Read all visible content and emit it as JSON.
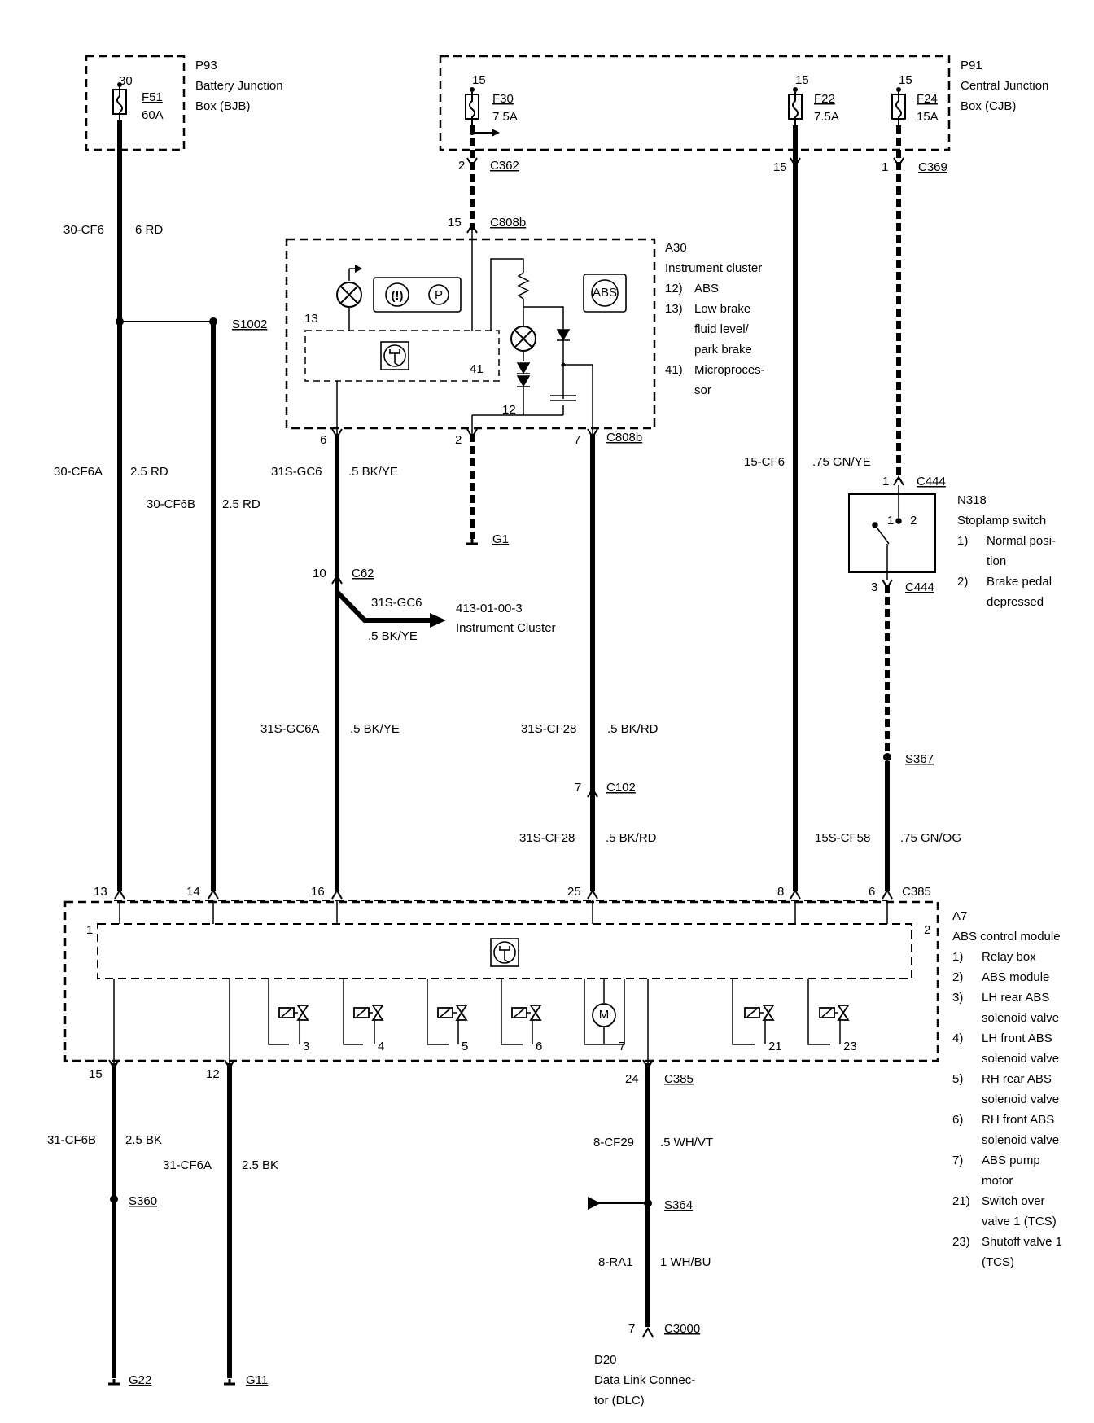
{
  "junction_boxes": {
    "bjb": {
      "id": "P93",
      "name_line1": "Battery Junction",
      "name_line2": "Box (BJB)"
    },
    "cjb": {
      "id": "P91",
      "name_line1": "Central Junction",
      "name_line2": "Box (CJB)"
    }
  },
  "fuses": [
    {
      "id": "F51",
      "rating": "60A",
      "pin": "30"
    },
    {
      "id": "F30",
      "rating": "7.5A",
      "pin": "15"
    },
    {
      "id": "F22",
      "rating": "7.5A",
      "pin": "15"
    },
    {
      "id": "F24",
      "rating": "15A",
      "pin": "15"
    }
  ],
  "instrument_cluster": {
    "id": "A30",
    "title": "Instrument cluster",
    "legend": [
      {
        "num": "12)",
        "text1": "ABS",
        "text2": ""
      },
      {
        "num": "13)",
        "text1": "Low brake",
        "text2": "fluid level/"
      },
      {
        "num": "",
        "text1": "park brake",
        "text2": ""
      },
      {
        "num": "41)",
        "text1": "Microproces-",
        "text2": "sor"
      }
    ],
    "inner_labels": {
      "pin13": "13",
      "pin41": "41",
      "pin12": "12",
      "abs_icon": "ABS",
      "brake_icon": "(!)",
      "park_icon": "P"
    }
  },
  "stoplamp_switch": {
    "id": "N318",
    "title": "Stoplamp switch",
    "pins_inner": [
      "1",
      "2"
    ],
    "legend": [
      {
        "num": "1)",
        "text1": "Normal posi-",
        "text2": "tion"
      },
      {
        "num": "2)",
        "text1": "Brake pedal",
        "text2": "depressed"
      }
    ]
  },
  "abs_module": {
    "id": "A7",
    "title": "ABS control module",
    "inner_tags": {
      "relay_box": "1",
      "abs_module": "2"
    },
    "components": [
      "3",
      "4",
      "5",
      "6",
      "7",
      "21",
      "23"
    ],
    "motor_symbol": "M",
    "legend": [
      {
        "num": "1)",
        "text1": "Relay box",
        "text2": ""
      },
      {
        "num": "2)",
        "text1": "ABS module",
        "text2": ""
      },
      {
        "num": "3)",
        "text1": "LH rear ABS",
        "text2": "solenoid valve"
      },
      {
        "num": "4)",
        "text1": "LH front ABS",
        "text2": "solenoid valve"
      },
      {
        "num": "5)",
        "text1": "RH rear ABS",
        "text2": "solenoid valve"
      },
      {
        "num": "6)",
        "text1": "RH front ABS",
        "text2": "solenoid valve"
      },
      {
        "num": "7)",
        "text1": "ABS pump",
        "text2": "motor"
      },
      {
        "num": "21)",
        "text1": "Switch over",
        "text2": "valve 1 (TCS)"
      },
      {
        "num": "23)",
        "text1": "Shutoff valve 1",
        "text2": "(TCS)"
      }
    ]
  },
  "dlc": {
    "id": "D20",
    "line1": "Data Link Connec-",
    "line2": "tor (DLC)"
  },
  "connectors": {
    "c362": {
      "name": "C362",
      "pin": "2"
    },
    "c808b_top": {
      "name": "C808b",
      "pin": "15"
    },
    "c369": {
      "name": "C369",
      "pin": "1",
      "pin_f22": "15"
    },
    "c808b_bottom": {
      "name": "C808b",
      "pins": [
        "6",
        "2",
        "7"
      ]
    },
    "c62": {
      "name": "C62",
      "pin": "10"
    },
    "c102": {
      "name": "C102",
      "pin": "7"
    },
    "c444_top": {
      "name": "C444",
      "pin": "1"
    },
    "c444_bottom": {
      "name": "C444",
      "pin": "3"
    },
    "c385_top": {
      "name": "C385",
      "pins": [
        "13",
        "14",
        "16",
        "25",
        "8",
        "6"
      ]
    },
    "c385_bottom": {
      "name": "C385",
      "pins": [
        "15",
        "12",
        "24"
      ]
    },
    "c3000": {
      "name": "C3000",
      "pin": "7"
    }
  },
  "splices": [
    "S1002",
    "S367",
    "S360",
    "S364"
  ],
  "grounds": [
    "G1",
    "G22",
    "G11"
  ],
  "circuits": [
    {
      "id": "30-CF6",
      "wire": "6 RD"
    },
    {
      "id": "30-CF6A",
      "wire": "2.5 RD"
    },
    {
      "id": "30-CF6B",
      "wire": "2.5 RD"
    },
    {
      "id": "31S-GC6",
      "wire": ".5 BK/YE"
    },
    {
      "id": "31S-GC6A",
      "wire": ".5 BK/YE"
    },
    {
      "id": "31S-CF28",
      "wire": ".5 BK/RD"
    },
    {
      "id": "31S-CF28",
      "wire": ".5 BK/RD"
    },
    {
      "id": "15-CF6",
      "wire": ".75 GN/YE"
    },
    {
      "id": "15S-CF58",
      "wire": ".75 GN/OG"
    },
    {
      "id": "31-CF6B",
      "wire": "2.5 BK"
    },
    {
      "id": "31-CF6A",
      "wire": "2.5 BK"
    },
    {
      "id": "8-CF29",
      "wire": ".5 WH/VT"
    },
    {
      "id": "8-RA1",
      "wire": "1 WH/BU"
    }
  ],
  "cross_reference": {
    "circuit": "31S-GC6",
    "wire": ".5 BK/YE",
    "page": "413-01-00-3",
    "title": "Instrument Cluster"
  }
}
